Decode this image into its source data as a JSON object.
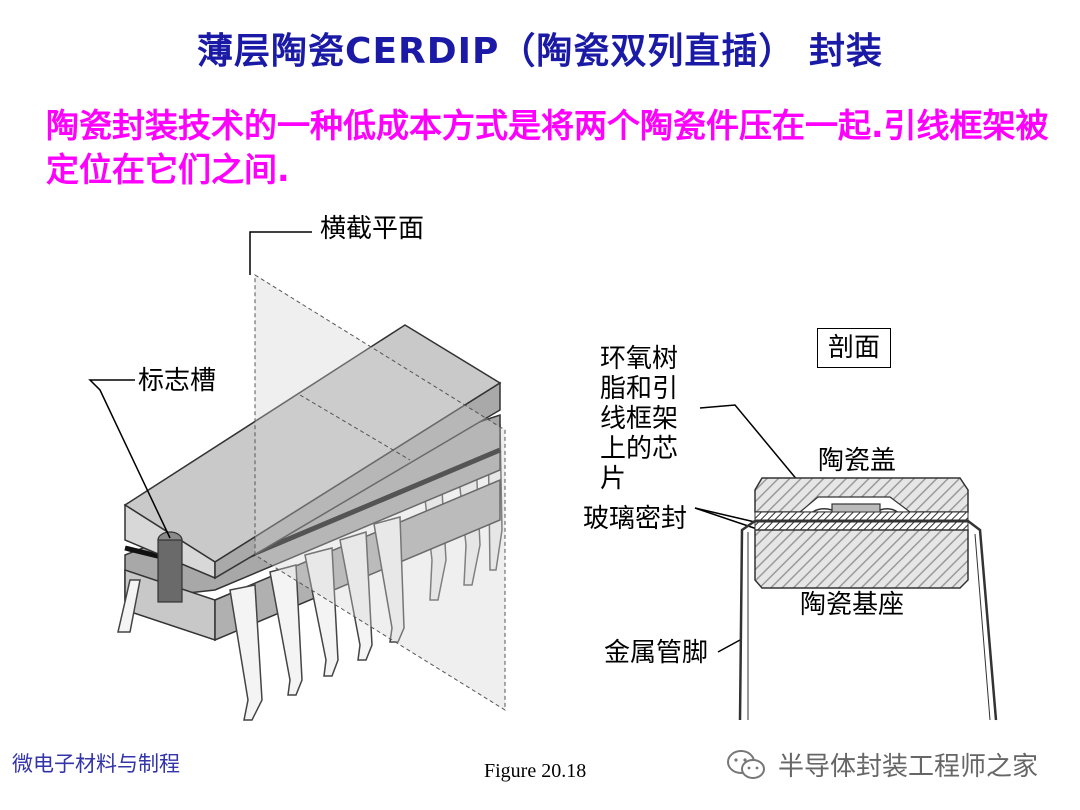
{
  "title": "薄层陶瓷CERDIP（陶瓷双列直插） 封装",
  "subtitle": "陶瓷封装技术的一种低成本方式是将两个陶瓷件压在一起.引线框架被定位在它们之间.",
  "labels": {
    "cross_section_plane": "横截平面",
    "notch": "标志槽",
    "section": "剖面",
    "epoxy_chip_line1": "环氧树",
    "epoxy_chip_line2": "脂和引",
    "epoxy_chip_line3": "线框架",
    "epoxy_chip_line4": "上的芯",
    "epoxy_chip_line5": "片",
    "ceramic_lid": "陶瓷盖",
    "glass_seal": "玻璃密封",
    "ceramic_base": "陶瓷基座",
    "metal_pins": "金属管脚"
  },
  "footer": {
    "left": "微电子材料与制程",
    "figure": "Figure 20.18",
    "right": "半导体封装工程师之家"
  },
  "colors": {
    "title": "#1a1aa6",
    "subtitle": "#ff00ff",
    "package_body": "#bdbdbd",
    "package_dark": "#808080"
  },
  "icons": [
    "wechat-icon"
  ]
}
